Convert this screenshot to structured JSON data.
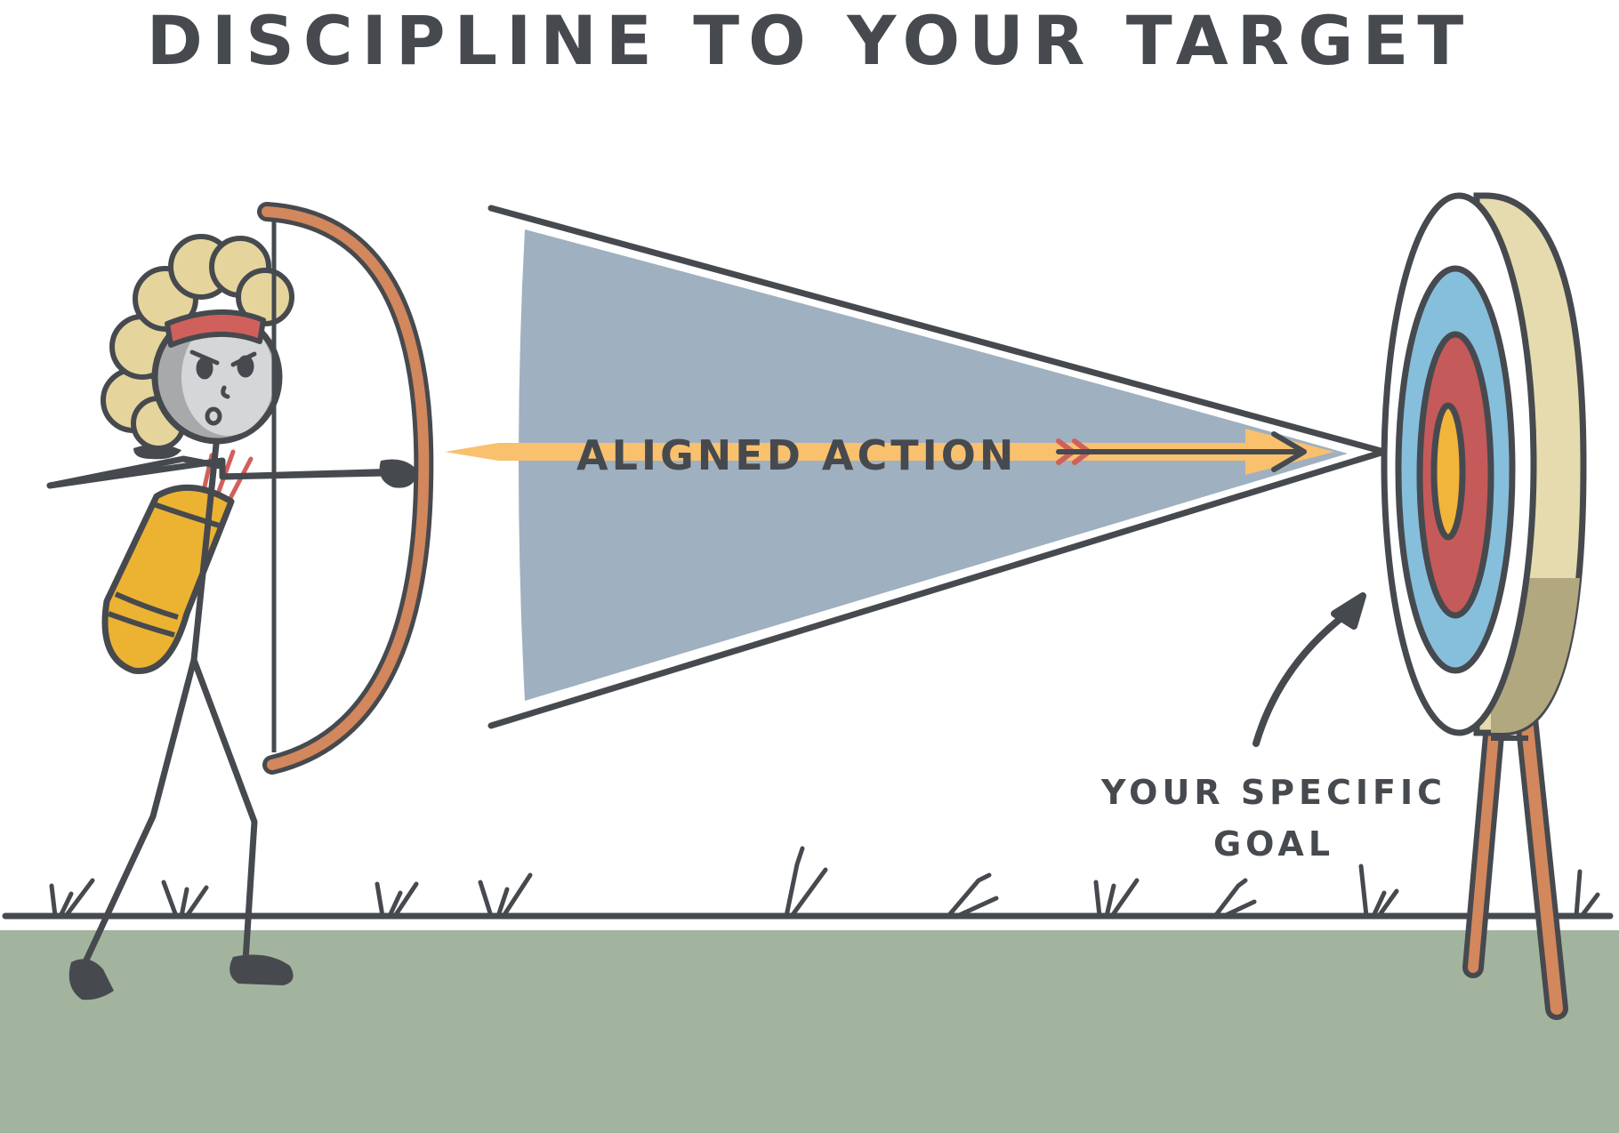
{
  "title": "DISCIPLINE TO YOUR TARGET",
  "labels": {
    "aligned_action": "ALIGNED ACTION",
    "goal_line1": "YOUR SPECIFIC",
    "goal_line2": "GOAL"
  },
  "colors": {
    "ink": "#464a4f",
    "ground": "#a3b49e",
    "cone": "#9fb0c0",
    "arrow_glow": "#f9c06e",
    "bow": "#d3875c",
    "quiver": "#ecb232",
    "hair": "#e5d59d",
    "headband": "#d0605c",
    "target_blue": "#86bfdc",
    "target_red": "#c55a5a",
    "target_gold": "#f0b53a",
    "target_side": "#e6dbae",
    "target_side_dark": "#b1a880"
  },
  "icons": {
    "archer": "stick-figure-archer",
    "target": "archery-target",
    "pointer": "curved-arrow"
  }
}
